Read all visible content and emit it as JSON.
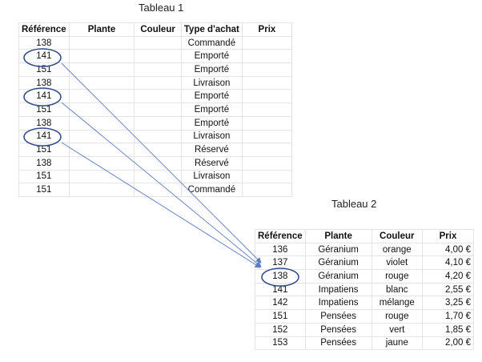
{
  "table1": {
    "title": "Tableau 1",
    "headers": [
      "Référence",
      "Plante",
      "Couleur",
      "Type d'achat",
      "Prix"
    ],
    "rows": [
      [
        "138",
        "",
        "",
        "Commandé",
        ""
      ],
      [
        "141",
        "",
        "",
        "Emporté",
        ""
      ],
      [
        "151",
        "",
        "",
        "Emporté",
        ""
      ],
      [
        "138",
        "",
        "",
        "Livraison",
        ""
      ],
      [
        "141",
        "",
        "",
        "Emporté",
        ""
      ],
      [
        "151",
        "",
        "",
        "Emporté",
        ""
      ],
      [
        "138",
        "",
        "",
        "Emporté",
        ""
      ],
      [
        "141",
        "",
        "",
        "Livraison",
        ""
      ],
      [
        "151",
        "",
        "",
        "Réservé",
        ""
      ],
      [
        "138",
        "",
        "",
        "Réservé",
        ""
      ],
      [
        "151",
        "",
        "",
        "Livraison",
        ""
      ],
      [
        "151",
        "",
        "",
        "Commandé",
        ""
      ]
    ]
  },
  "table2": {
    "title": "Tableau 2",
    "headers": [
      "Référence",
      "Plante",
      "Couleur",
      "Prix"
    ],
    "rows": [
      [
        "136",
        "Géranium",
        "orange",
        "4,00 €"
      ],
      [
        "137",
        "Géranium",
        "violet",
        "4,10 €"
      ],
      [
        "138",
        "Géranium",
        "rouge",
        "4,20 €"
      ],
      [
        "141",
        "Impatiens",
        "blanc",
        "2,55 €"
      ],
      [
        "142",
        "Impatiens",
        "mélange",
        "3,25 €"
      ],
      [
        "151",
        "Pensées",
        "rouge",
        "1,70 €"
      ],
      [
        "152",
        "Pensées",
        "vert",
        "1,85 €"
      ],
      [
        "153",
        "Pensées",
        "jaune",
        "2,00 €"
      ]
    ]
  },
  "colors": {
    "ellipse": "#2f4b8c",
    "arrow": "#5b7cc4"
  }
}
